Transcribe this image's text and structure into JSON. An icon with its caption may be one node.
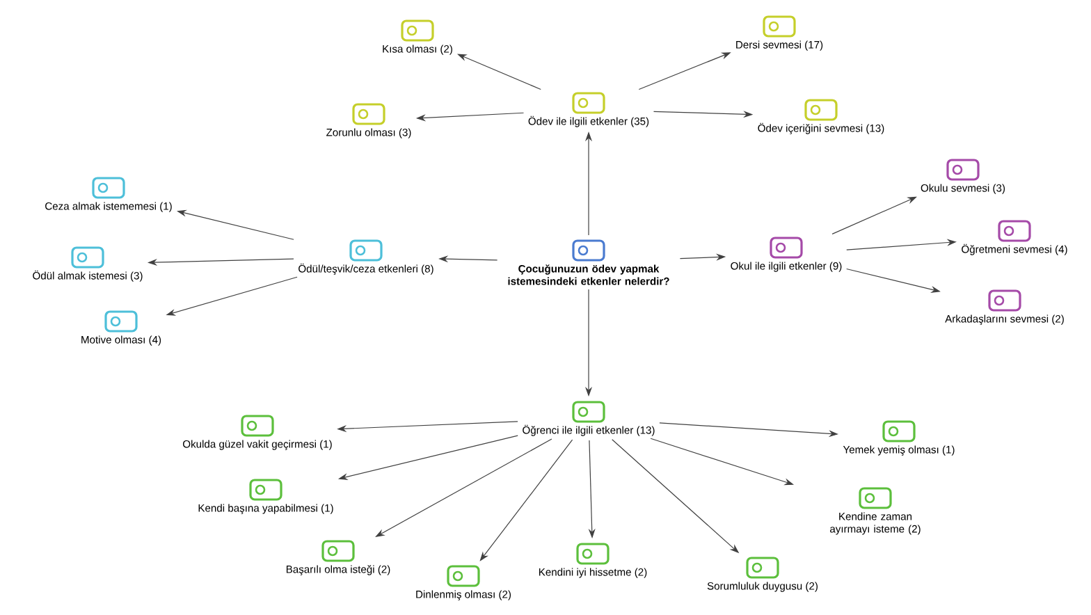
{
  "diagram": {
    "nodes": [
      {
        "text": [
          "Kısa olması (2)"
        ]
      },
      {
        "text": [
          "Dersi sevmesi (17)"
        ]
      },
      {
        "text": [
          "Zorunlu olması (3)"
        ]
      },
      {
        "text": [
          "Ödev ile ilgili etkenler (35)"
        ]
      },
      {
        "text": [
          "Ödev içeriğini sevmesi (13)"
        ]
      },
      {
        "text": [
          "Okulu sevmesi (3)"
        ]
      },
      {
        "text": [
          "Ceza almak istememesi (1)"
        ]
      },
      {
        "text": [
          "Ödül almak istemesi (3)"
        ]
      },
      {
        "text": [
          "Ödül/teşvik/ceza etkenleri (8)"
        ]
      },
      {
        "text": [
          "Çocuğunuzun ödev yapmak istemesindeki etkenler nelerdir?"
        ]
      },
      {
        "text": [
          "Okul ile ilgili etkenler (9)"
        ]
      },
      {
        "text": [
          "Öğretmeni sevmesi (4)"
        ]
      },
      {
        "text": [
          "Motive olması (4)"
        ]
      },
      {
        "text": [
          "Arkadaşlarını sevmesi (2)"
        ]
      },
      {
        "text": [
          "Öğrenci ile ilgili etkenler (13)"
        ]
      },
      {
        "text": [
          "Okulda güzel vakit geçirmesi (1)"
        ]
      },
      {
        "text": [
          "Yemek yemiş olması (1)"
        ]
      },
      {
        "text": [
          "Kendi başına yapabilmesi (1)"
        ]
      },
      {
        "text": [
          "Kendine zaman ayırmayı isteme (2)"
        ]
      },
      {
        "text": [
          "Başarılı olma isteği (2)"
        ]
      },
      {
        "text": [
          "Kendini iyi hissetme (2)"
        ]
      },
      {
        "text": [
          "Dinlenmiş olması (2)"
        ]
      },
      {
        "text": [
          "Sorumluluk duygusu (2)"
        ]
      }
    ],
    "edges": [
      {
        "from": 9,
        "to": 3,
        "arrow": "to"
      },
      {
        "from": 9,
        "to": 8,
        "arrow": "to"
      },
      {
        "from": 9,
        "to": 10,
        "arrow": "to"
      },
      {
        "from": 9,
        "to": 14,
        "arrow": "to"
      },
      {
        "from": 3,
        "to": 0,
        "arrow": "to"
      },
      {
        "from": 3,
        "to": 1,
        "arrow": "to"
      },
      {
        "from": 3,
        "to": 2,
        "arrow": "to"
      },
      {
        "from": 3,
        "to": 4,
        "arrow": "to"
      },
      {
        "from": 8,
        "to": 6,
        "arrow": "to"
      },
      {
        "from": 8,
        "to": 7,
        "arrow": "to"
      },
      {
        "from": 8,
        "to": 12,
        "arrow": "to"
      },
      {
        "from": 10,
        "to": 5,
        "arrow": "to"
      },
      {
        "from": 10,
        "to": 11,
        "arrow": "to"
      },
      {
        "from": 10,
        "to": 13,
        "arrow": "to"
      },
      {
        "from": 14,
        "to": 15,
        "arrow": "to"
      },
      {
        "from": 14,
        "to": 16,
        "arrow": "to"
      },
      {
        "from": 14,
        "to": 17,
        "arrow": "to"
      },
      {
        "from": 14,
        "to": 18,
        "arrow": "to"
      },
      {
        "from": 14,
        "to": 19,
        "arrow": "to"
      },
      {
        "from": 14,
        "to": 20,
        "arrow": "to"
      },
      {
        "from": 14,
        "to": 21,
        "arrow": "to"
      },
      {
        "from": 14,
        "to": 22,
        "arrow": "to"
      }
    ]
  }
}
